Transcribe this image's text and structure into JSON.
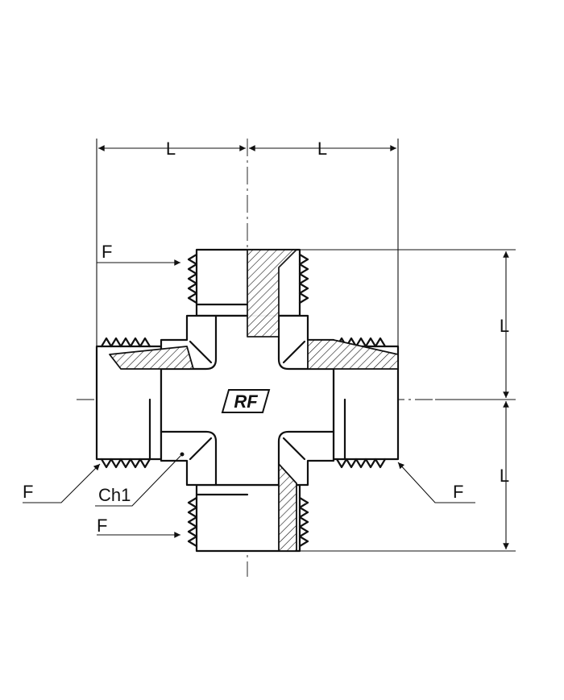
{
  "dimensions": {
    "length_label": "L"
  },
  "labels": {
    "thread_label": "F",
    "chamfer_label": "Ch1"
  },
  "logo": {
    "text": "RF"
  }
}
